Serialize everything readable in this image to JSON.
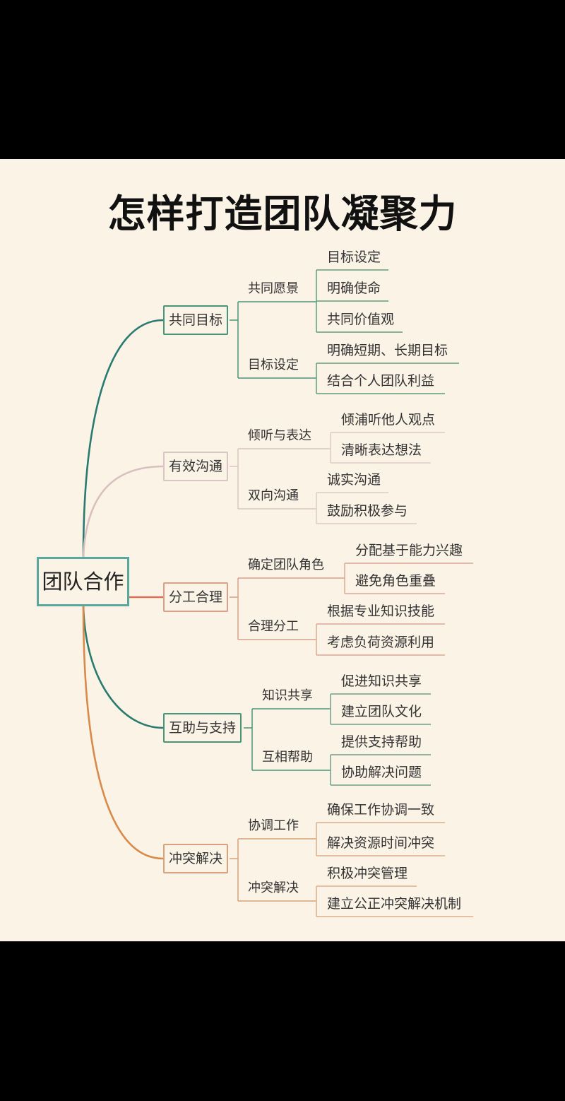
{
  "title": "怎样打造团队凝聚力",
  "root": "团队合作",
  "branches": [
    {
      "label": "共同目标",
      "color": "#2a7a70",
      "box": "#4a9478",
      "leafColor": "#5f9c7e",
      "subs": [
        {
          "label": "共同愿景",
          "leaves": [
            "目标设定",
            "明确使命",
            "共同价值观"
          ]
        },
        {
          "label": "目标设定",
          "leaves": [
            "明确短期、长期目标",
            "结合个人团队利益"
          ]
        }
      ]
    },
    {
      "label": "有效沟通",
      "color": "#d9c0c0",
      "box": "#d9c6c2",
      "leafColor": "#dccbc6",
      "subs": [
        {
          "label": "倾听与表达",
          "leaves": [
            "倾浦听他人观点",
            "清晰表达想法"
          ]
        },
        {
          "label": "双向沟通",
          "leaves": [
            "诚实沟通",
            "鼓励积极参与"
          ]
        }
      ]
    },
    {
      "label": "分工合理",
      "color": "#d9705a",
      "box": "#d9a08a",
      "leafColor": "#dba892",
      "subs": [
        {
          "label": "确定团队角色",
          "leaves": [
            "分配基于能力兴趣",
            "避免角色重叠"
          ]
        },
        {
          "label": "合理分工",
          "leaves": [
            "根据专业知识技能",
            "考虑负荷资源利用"
          ]
        }
      ]
    },
    {
      "label": "互助与支持",
      "color": "#2a7a70",
      "box": "#4a9478",
      "leafColor": "#6ea08a",
      "subs": [
        {
          "label": "知识共享",
          "leaves": [
            "促进知识共享",
            "建立团队文化"
          ]
        },
        {
          "label": "互相帮助",
          "leaves": [
            "提供支持帮助",
            "协助解决问题"
          ]
        }
      ]
    },
    {
      "label": "冲突解决",
      "color": "#d98a4a",
      "box": "#d9a27a",
      "leafColor": "#dcae8a",
      "subs": [
        {
          "label": "协调工作",
          "leaves": [
            "确保工作协调一致",
            "解决资源时间冲突"
          ]
        },
        {
          "label": "冲突解决",
          "leaves": [
            "积极冲突管理",
            "建立公正冲突解决机制"
          ]
        }
      ]
    }
  ]
}
